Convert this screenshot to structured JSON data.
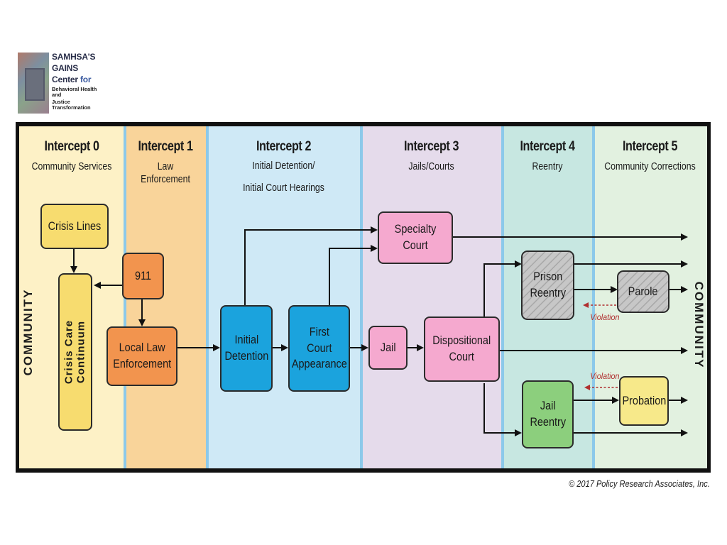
{
  "logo": {
    "line1": "SAMHSA'S",
    "line2": "GAINS",
    "line3a": "Center ",
    "line3b": "for",
    "line4": "Behavioral Health and",
    "line5": "Justice Transformation"
  },
  "intercepts": [
    {
      "title": "Intercept 0",
      "subtitle": "Community Services"
    },
    {
      "title": "Intercept 1",
      "subtitle": "Law Enforcement"
    },
    {
      "title": "Intercept 2",
      "subtitle": "Initial Detention/\nInitial Court Hearings"
    },
    {
      "title": "Intercept 3",
      "subtitle": "Jails/Courts"
    },
    {
      "title": "Intercept 4",
      "subtitle": "Reentry"
    },
    {
      "title": "Intercept 5",
      "subtitle": "Community Corrections"
    }
  ],
  "side_labels": {
    "left": "COMMUNITY",
    "right": "COMMUNITY"
  },
  "boxes": {
    "crisis_lines": "Crisis Lines",
    "crisis_care": "Crisis Care\nContinuum",
    "n911": "911",
    "local_law": "Local Law\nEnforcement",
    "initial_detention": "Initial\nDetention",
    "first_court": "First\nCourt\nAppearance",
    "specialty_court": "Specialty Court",
    "jail": "Jail",
    "dispositional_court": "Dispositional\nCourt",
    "prison_reentry": "Prison\nReentry",
    "parole": "Parole",
    "jail_reentry": "Jail\nReentry",
    "probation": "Probation"
  },
  "violation_labels": [
    "Violation",
    "Violation"
  ],
  "copyright": "© 2017 Policy Research Associates, Inc.",
  "colors": {
    "intercept0": "#fdf1c6",
    "intercept1": "#f9d49a",
    "intercept2": "#cfe9f6",
    "intercept3": "#e5dbeb",
    "intercept4": "#c7e7e1",
    "intercept5": "#e2f1e0",
    "separator": "#8cc9ea",
    "yellow_box": "#f7dc6f",
    "orange_box": "#f2944e",
    "blue_box": "#1ba3dd",
    "pink_box": "#f5a9cf",
    "gray_box": "#c7c7c7",
    "green_box": "#8ccf7d",
    "violation": "#b03030"
  }
}
